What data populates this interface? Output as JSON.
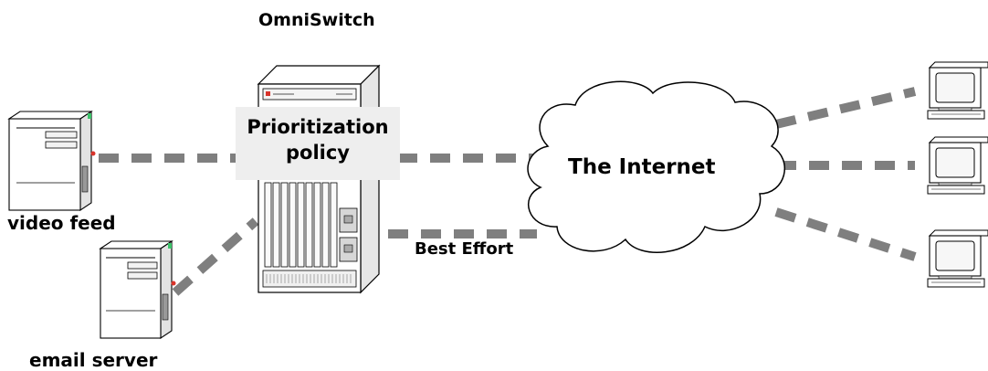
{
  "labels": {
    "switch": "OmniSwitch",
    "policy": "Prioritization policy",
    "internet": "The Internet",
    "best_effort": "Best Effort",
    "video_feed": "video feed",
    "email_server": "email server"
  },
  "colors": {
    "dash": "#7f7f7f",
    "policy_box": "#eeeeee",
    "outline": "#000000",
    "led": "#d9342b",
    "green": "#3cc46a"
  },
  "icons": {
    "video_server": "tower-server-icon",
    "email_server": "tower-server-icon",
    "switch": "chassis-switch-icon",
    "cloud": "cloud-icon",
    "clients": [
      "desktop-computer-icon",
      "desktop-computer-icon",
      "desktop-computer-icon"
    ]
  }
}
